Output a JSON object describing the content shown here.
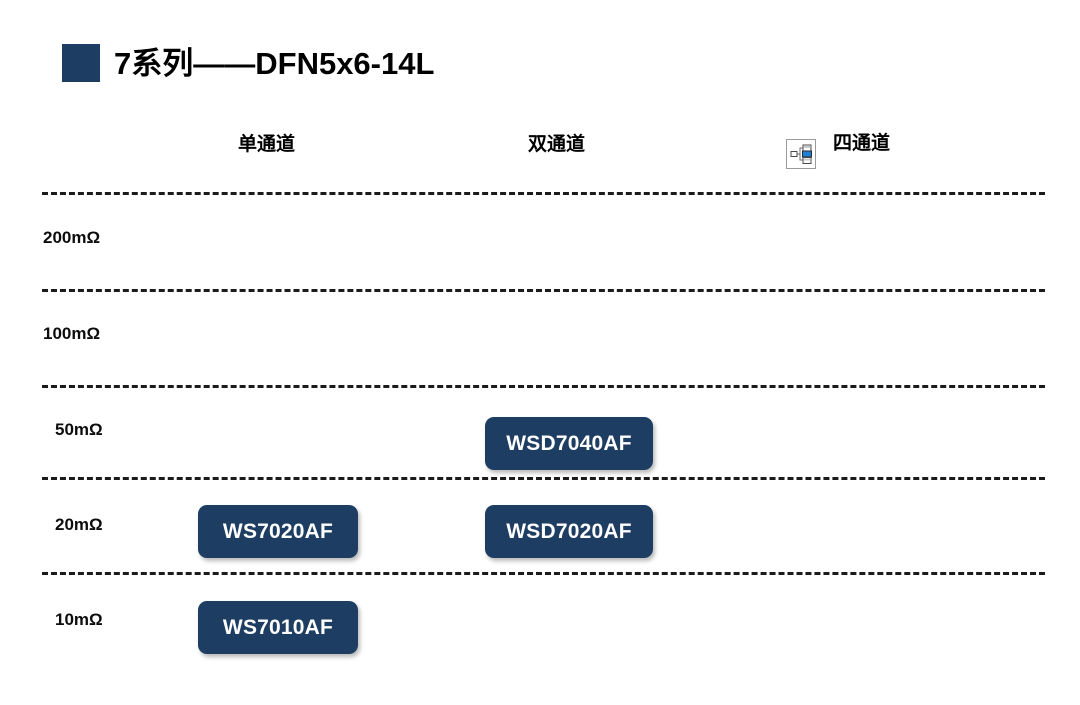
{
  "slide": {
    "title": "7系列——DFN5x6-14L",
    "bullet_color": "#1d3d63",
    "background": "#ffffff"
  },
  "matrix": {
    "accent_color": "#1d3d63",
    "rule_color": "#1b1b1b",
    "columns": [
      {
        "key": "single",
        "label": "单通道",
        "icon": null
      },
      {
        "key": "dual",
        "label": "双通道",
        "icon": null
      },
      {
        "key": "quad",
        "label": "四通道",
        "icon": "hierarchy-placeholder-icon"
      }
    ],
    "rows": [
      {
        "key": "r200",
        "label": "200mΩ"
      },
      {
        "key": "r100",
        "label": "100mΩ"
      },
      {
        "key": "r50",
        "label": "50mΩ"
      },
      {
        "key": "r20",
        "label": "20mΩ"
      },
      {
        "key": "r10",
        "label": "10mΩ"
      }
    ],
    "parts": [
      {
        "name": "WSD7040AF",
        "row": "r50",
        "column": "dual"
      },
      {
        "name": "WS7020AF",
        "row": "r20",
        "column": "single"
      },
      {
        "name": "WSD7020AF",
        "row": "r20",
        "column": "dual"
      },
      {
        "name": "WS7010AF",
        "row": "r10",
        "column": "single"
      }
    ]
  }
}
